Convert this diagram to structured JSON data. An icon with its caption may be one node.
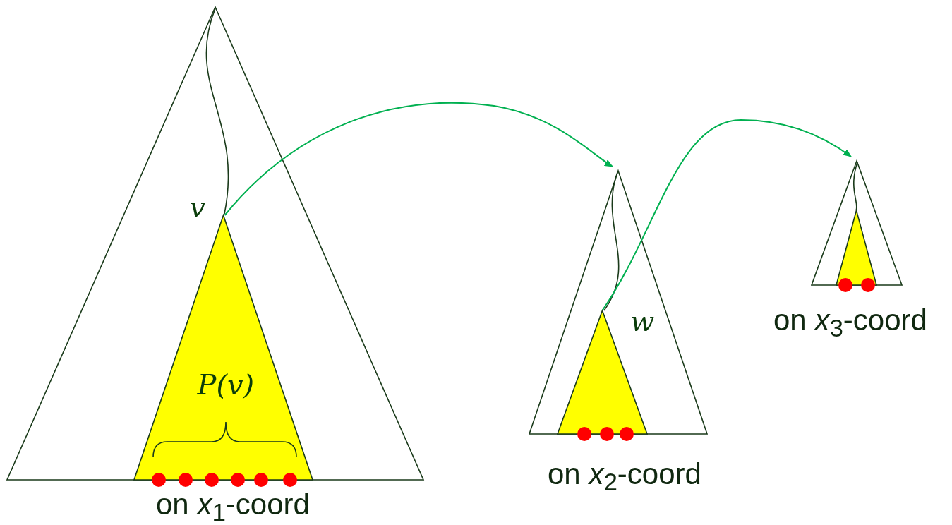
{
  "diagram": {
    "nodes": [
      {
        "text": [],
        "shape": "triangle",
        "beside": [
          "on *x*$_{1}$-coord"
        ]
      },
      {
        "text": [
          "P(v)"
        ],
        "in": 0,
        "beside": [
          "v"
        ]
      },
      {
        "text": [],
        "shape": "triangle",
        "beside": [
          "on *x*$_{2}$-coord"
        ]
      },
      {
        "text": [],
        "shape": "triangle",
        "in": 2,
        "beside": [
          "w"
        ]
      },
      {
        "text": [],
        "shape": "triangle",
        "beside": [
          "on *x*$_{3}$-coord"
        ]
      },
      {
        "text": [],
        "shape": "triangle",
        "in": 4
      }
    ],
    "edges": [
      {
        "from": 1,
        "to": 2,
        "arrow": "to"
      },
      {
        "from": 3,
        "to": 4,
        "arrow": "to"
      }
    ]
  }
}
